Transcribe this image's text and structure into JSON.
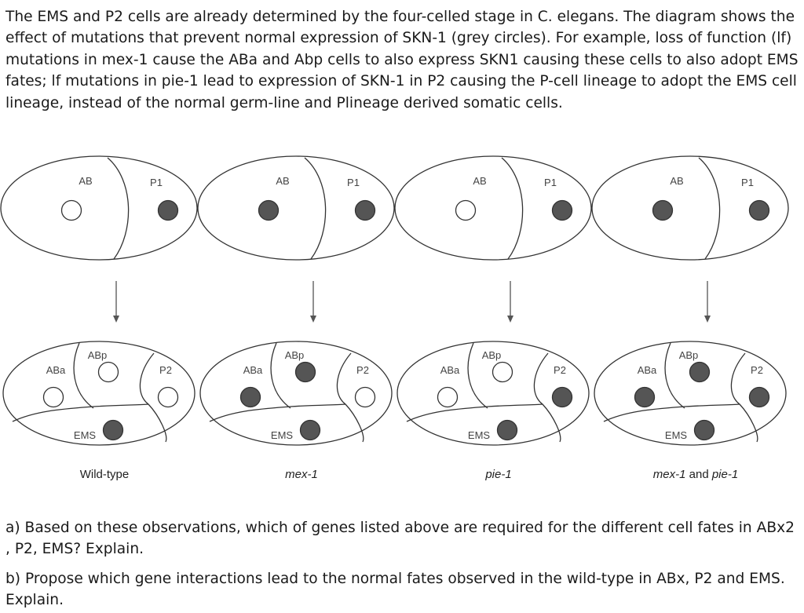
{
  "intro": "The EMS and P2 cells are already determined by the four-celled stage in C. elegans. The diagram shows the effect of mutations that prevent normal expression of SKN-1 (grey circles). For example, loss of function (lf) mutations in mex-1 cause the ABa and Abp cells to also express SKN1 causing these cells to also adopt EMS fates; lf mutations in pie-1 lead to expression of SKN-1 in P2 causing the P-cell lineage to adopt the EMS cell lineage, instead of the normal germ-line and Plineage derived somatic cells.",
  "question_a": "a) Based on these observations, which of genes listed above are required for the different cell fates in ABx2 , P2, EMS? Explain.",
  "question_b": "b) Propose which gene interactions lead to the normal fates observed in the wild-type in ABx, P2 and EMS. Explain.",
  "diagram": {
    "panels": [
      {
        "caption": "Wild-type",
        "two_cell": {
          "AB": "AB",
          "P1": "P1",
          "AB_skn1": false,
          "P1_skn1": true
        },
        "four_cell": {
          "ABa": "ABa",
          "ABp": "ABp",
          "P2": "P2",
          "EMS": "EMS",
          "ABa_skn1": false,
          "ABp_skn1": false,
          "P2_skn1": false,
          "EMS_skn1": true
        }
      },
      {
        "caption": "mex-1",
        "two_cell": {
          "AB": "AB",
          "P1": "P1",
          "AB_skn1": true,
          "P1_skn1": true
        },
        "four_cell": {
          "ABa": "ABa",
          "ABp": "ABp",
          "P2": "P2",
          "EMS": "EMS",
          "ABa_skn1": true,
          "ABp_skn1": true,
          "P2_skn1": false,
          "EMS_skn1": true
        }
      },
      {
        "caption": "pie-1",
        "two_cell": {
          "AB": "AB",
          "P1": "P1",
          "AB_skn1": false,
          "P1_skn1": true
        },
        "four_cell": {
          "ABa": "ABa",
          "ABp": "ABp",
          "P2": "P2",
          "EMS": "EMS",
          "ABa_skn1": false,
          "ABp_skn1": false,
          "P2_skn1": true,
          "EMS_skn1": true
        }
      },
      {
        "caption": "mex-1 and pie-1",
        "two_cell": {
          "AB": "AB",
          "P1": "P1",
          "AB_skn1": true,
          "P1_skn1": true
        },
        "four_cell": {
          "ABa": "ABa",
          "ABp": "ABp",
          "P2": "P2",
          "EMS": "EMS",
          "ABa_skn1": true,
          "ABp_skn1": true,
          "P2_skn1": true,
          "EMS_skn1": true
        }
      }
    ]
  }
}
